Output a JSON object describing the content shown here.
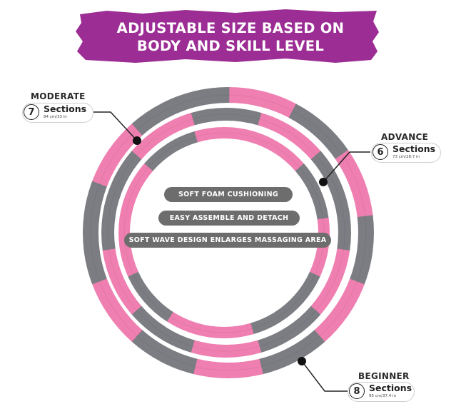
{
  "banner": {
    "line1": "ADJUSTABLE SIZE BASED ON",
    "line2": "BODY AND SKILL LEVEL",
    "color": "#9b2d94"
  },
  "colors": {
    "pink": "#ef7fb0",
    "gray": "#7b7d82",
    "pill": "#6d6d6d"
  },
  "features": [
    "SOFT FOAM CUSHIONING",
    "EASY ASSEMBLE AND DETACH",
    "SOFT WAVE DESIGN ENLARGES  MASSAGING AREA"
  ],
  "levels": {
    "moderate": {
      "title": "MODERATE",
      "number": "7",
      "sections": "Sections",
      "size": "84 cm/33 in"
    },
    "advance": {
      "title": "ADVANCE",
      "number": "6",
      "sections": "Sections",
      "size": "73 cm/28.7 in"
    },
    "beginner": {
      "title": "BEGINNER",
      "number": "8",
      "sections": "Sections",
      "size": "95 cm/37.4 in"
    }
  }
}
